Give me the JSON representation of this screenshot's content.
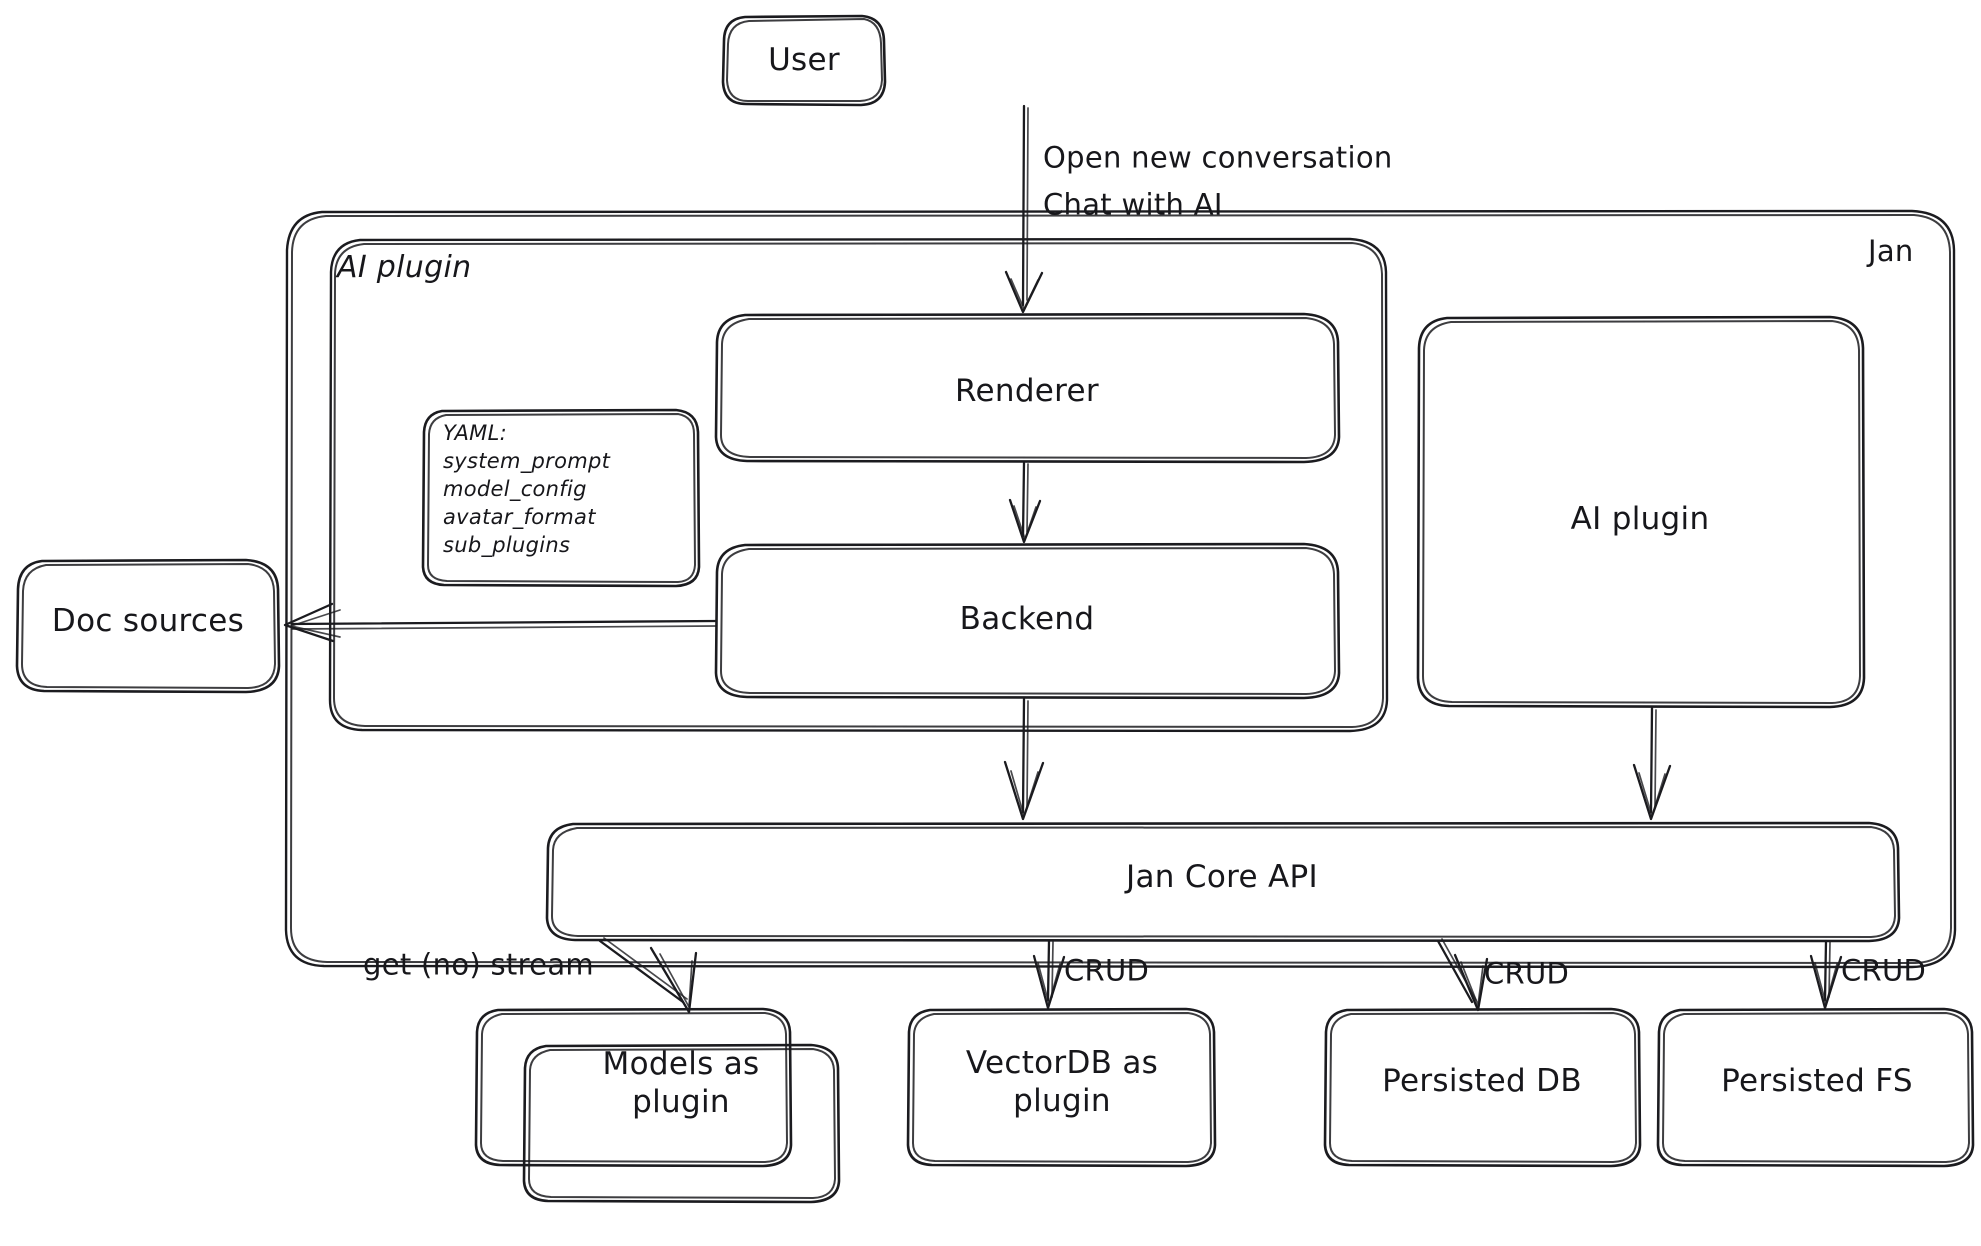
{
  "diagram": {
    "title": "Jan architecture diagram",
    "style": "hand-drawn",
    "stroke_color": "#1b1b1f",
    "background": "#ffffff"
  },
  "nodes": {
    "user": {
      "label": "User"
    },
    "jan_container": {
      "label": "Jan"
    },
    "ai_plugin_container": {
      "label": "AI plugin"
    },
    "yaml_note": {
      "title": "YAML:",
      "lines": [
        "system_prompt",
        "model_config",
        "avatar_format",
        "sub_plugins"
      ],
      "text": "YAML:\nsystem_prompt\nmodel_config\navatar_format\nsub_plugins"
    },
    "renderer": {
      "label": "Renderer"
    },
    "backend": {
      "label": "Backend"
    },
    "ai_plugin": {
      "label": "AI plugin"
    },
    "doc_sources": {
      "label": "Doc sources"
    },
    "jan_core_api": {
      "label": "Jan Core API"
    },
    "models_as_plugin": {
      "label": "Models as\nplugin"
    },
    "vectordb_as_plugin": {
      "label": "VectorDB as\nplugin"
    },
    "persisted_db": {
      "label": "Persisted DB"
    },
    "persisted_fs": {
      "label": "Persisted FS"
    }
  },
  "edges": [
    {
      "id": "user-to-renderer",
      "from": "user",
      "to": "renderer",
      "label": "Open new conversation\nChat with AI"
    },
    {
      "id": "renderer-to-backend",
      "from": "renderer",
      "to": "backend",
      "label": ""
    },
    {
      "id": "backend-to-doc-sources",
      "from": "backend",
      "to": "doc_sources",
      "label": ""
    },
    {
      "id": "backend-to-core-api",
      "from": "backend",
      "to": "jan_core_api",
      "label": ""
    },
    {
      "id": "ai-plugin-to-core-api",
      "from": "ai_plugin",
      "to": "jan_core_api",
      "label": ""
    },
    {
      "id": "core-api-to-models",
      "from": "jan_core_api",
      "to": "models_as_plugin",
      "label": "get (no) stream"
    },
    {
      "id": "core-api-to-vectordb",
      "from": "jan_core_api",
      "to": "vectordb_as_plugin",
      "label": "CRUD"
    },
    {
      "id": "core-api-to-persisted-db",
      "from": "jan_core_api",
      "to": "persisted_db",
      "label": "CRUD"
    },
    {
      "id": "core-api-to-persisted-fs",
      "from": "jan_core_api",
      "to": "persisted_fs",
      "label": "CRUD"
    }
  ],
  "edge_labels": {
    "user_to_renderer_line1": "Open new conversation",
    "user_to_renderer_line2": "Chat with AI",
    "get_no_stream": "get (no) stream",
    "crud_vectordb": "CRUD",
    "crud_persisted_db": "CRUD",
    "crud_persisted_fs": "CRUD"
  }
}
